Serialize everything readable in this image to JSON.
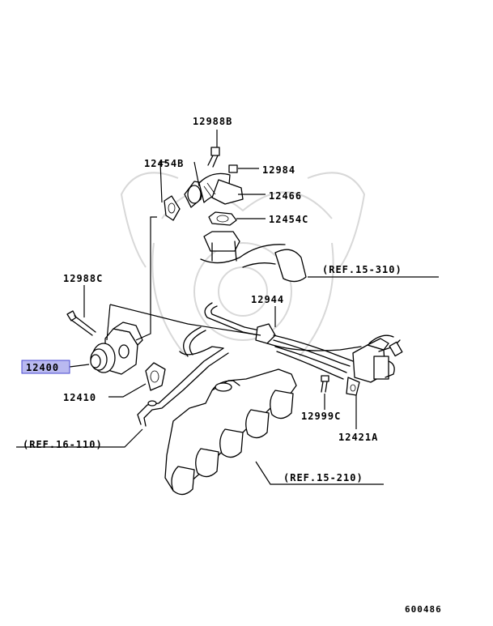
{
  "diagram": {
    "parts": {
      "p12988B": "12988B",
      "p12454B": "12454B",
      "p12984": "12984",
      "p12466": "12466",
      "p12454C": "12454C",
      "p12988C": "12988C",
      "p12944": "12944",
      "p12400": "12400",
      "p12410": "12410",
      "p12999C": "12999C",
      "p12421A": "12421A"
    },
    "refs": {
      "r15_310": "(REF.15-310)",
      "r16_110": "(REF.16-110)",
      "r15_210": "(REF.15-210)"
    },
    "highlighted_part": "12400",
    "highlight_color": "#b9b9f0",
    "diagram_id": "600486"
  }
}
